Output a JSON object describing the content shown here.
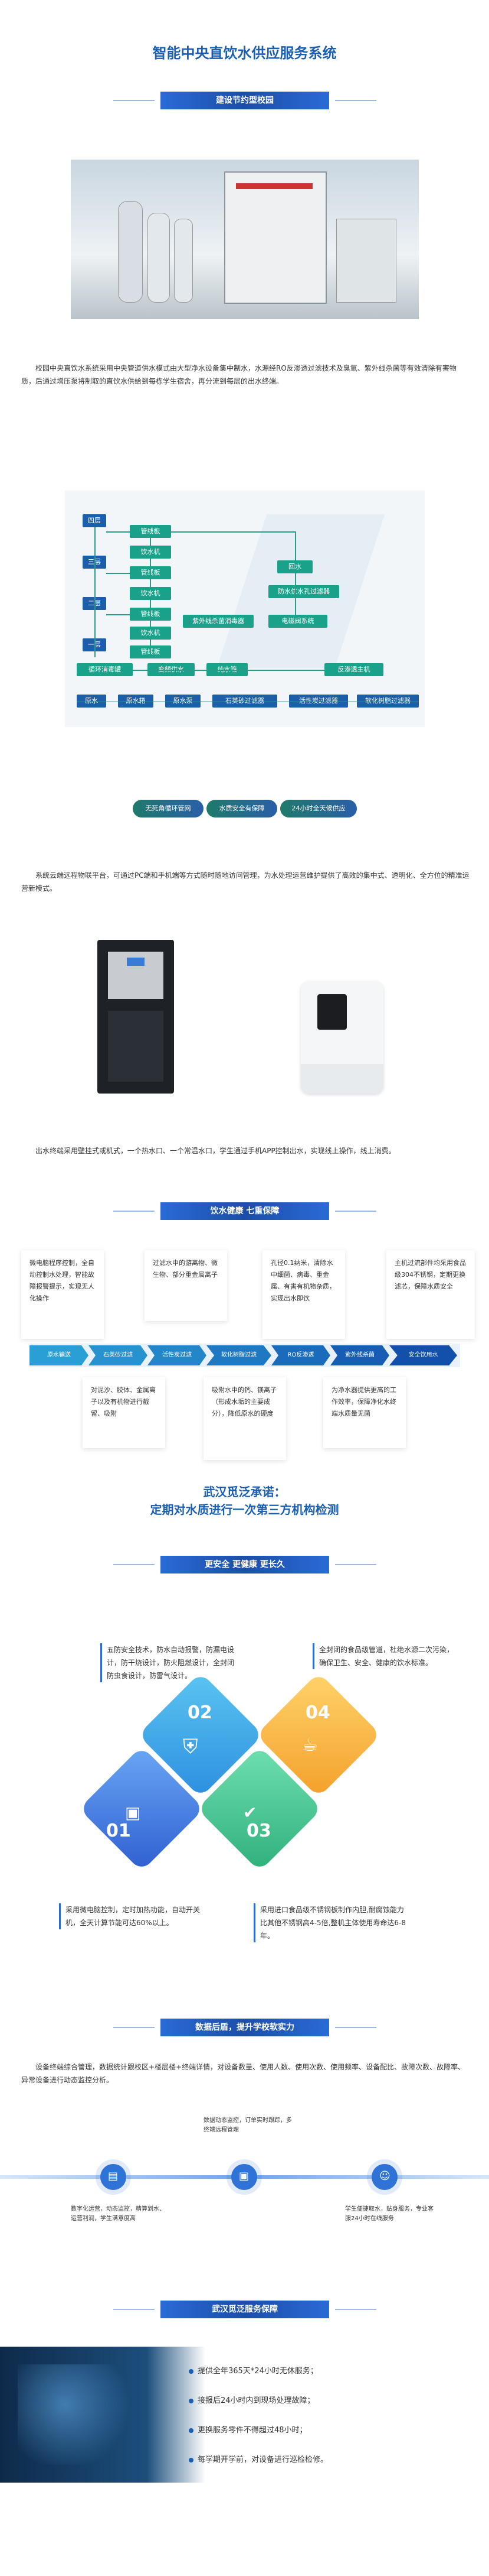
{
  "header": {
    "title": "智能中央直饮水供应服务系统"
  },
  "sec1": {
    "banner": "建设节约型校园",
    "para": "校园中央直饮水系统采用中央管道供水模式由大型净水设备集中制水，水源经RO反渗透过滤技术及臭氧、紫外线杀菌等有效清除有害物质，后通过增压泵将制取的直饮水供给到每栋学生宿舍，再分流到每层的出水终端。"
  },
  "flow": {
    "floors": [
      "一层",
      "二层",
      "三层",
      "四层"
    ],
    "left": [
      "管线板",
      "管线板",
      "管线板",
      "管线板"
    ],
    "middle": [
      "饮水机",
      "饮水机",
      "饮水机"
    ],
    "right": [
      "回水",
      "防水供水孔过滤器",
      "紫外线杀菌消毒器",
      "电磁阀系统"
    ],
    "center": [
      "循环消毒罐",
      "变频供水",
      "纯水箱",
      "反渗透主机"
    ],
    "bottom": [
      "原水",
      "原水箱",
      "原水泵",
      "石英砂过滤器",
      "活性炭过滤器",
      "软化树脂过滤器"
    ]
  },
  "pills": [
    "无死角循环管网",
    "水质安全有保障",
    "24小时全天候供应"
  ],
  "sec2": {
    "para": "系统云端远程物联平台，可通过PC端和手机端等方式随时随地访问管理，为水处理运营维护提供了高效的集中式、透明化、全方位的精准运营新模式。"
  },
  "sec3": {
    "para": "出水终端采用壁挂式或机式，一个热水口、一个常温水口，学生通过手机APP控制出水，实现线上操作，线上消费。"
  },
  "health": {
    "banner": "饮水健康 七重保障",
    "top_cards": [
      "微电脑程序控制，全自动控制水处理，智能故障报警提示，实现无人化操作",
      "过滤水中的游离物、微生物、部分重金属离子",
      "孔径0.1纳米，清除水中细菌、病毒、重金属、有害有机物杂质，实现出水即饮",
      "主机过流部件均采用食品级304不锈钢，定期更换滤芯，保障水质安全"
    ],
    "steps": [
      "原水输送",
      "石英砂过滤",
      "活性炭过滤",
      "软化树脂过滤",
      "RO反渗透",
      "紫外线杀菌",
      "安全饮用水"
    ],
    "bottom_cards": [
      "对泥沙、胶体、金属离子以及有机物进行截留、吸附",
      "吸附水中的钙、镁离子（形成水垢的主要成分），降低原水的硬度",
      "为净水器提供更高的工作效率，保障净化水终端水质量无菌"
    ]
  },
  "promise": {
    "line1": "武汉觅泛承诺：",
    "line2": "定期对水质进行一次第三方机构检测"
  },
  "safety": {
    "banner": "更安全 更健康 更长久",
    "nums": [
      "01",
      "02",
      "03",
      "04"
    ],
    "top_left": "五防安全技术，防水自动报警，防漏电设计，防干烧设计，防火阻燃设计，全封闭防虫食设计，防雷气设计。",
    "top_right": "全封闭的食品级管道，杜绝水源二次污染，确保卫生、安全、健康的饮水标准。",
    "bot_left": "采用微电脑控制，定时加热功能，自动开关机，全天计算节能可达60%以上。",
    "bot_right": "采用进口食品级不锈钢板制作内胆,耐腐蚀能力比其他不锈钢高4-5倍,整机主体使用寿命达6-8年。"
  },
  "data": {
    "banner": "数据后盾，提升学校软实力",
    "para": "设备终端综合管理，数据统计跟校区+楼层楼+终端详情，对设备数量、使用人数、使用次数、使用频率、设备配比、故障次数、故障率、异常设备进行动态监控分析。",
    "top_label": "数据动态监控，订单实时跟踪，多终端远程管理",
    "left_label": "数字化运营，动态监控，精算到水、运营利润，学生满意度高",
    "right_label": "学生便捷取水，贴身服务，专业客服24小时在线服务"
  },
  "service": {
    "banner": "武汉觅泛服务保障",
    "items": [
      "提供全年365天*24小时无休服务；",
      "接报后24小时内到现场处理故障；",
      "更换服务零件不得超过48小时；",
      "每学期开学前，对设备进行巡检检修。"
    ]
  }
}
